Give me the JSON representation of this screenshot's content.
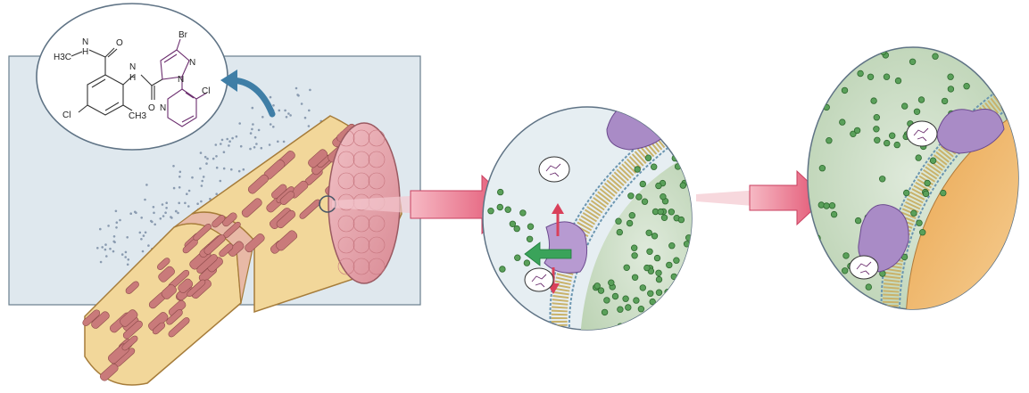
{
  "molecule": {
    "atom_labels": {
      "br": "Br",
      "n_pyrazole_1": "N",
      "n_pyrazole_2": "N",
      "cl_pyridine": "Cl",
      "n_pyridine": "N",
      "nh_methyl": "N",
      "h_methyl": "H",
      "ch3_left": "H3C",
      "o_top": "O",
      "nh_amide": "N",
      "h_amide": "H",
      "o_bottom": "O",
      "cl_ring": "Cl",
      "ch3_ring": "CH3"
    },
    "bond_color_pyrazole": "#6b2d6e",
    "bond_color_benzamide": "#333333"
  },
  "colors": {
    "panel": "#dfe8ee",
    "panel_border": "#6a7f8e",
    "muscle_fiber": "#c97a7a",
    "muscle_sheath": "#f2d79a",
    "arrow": "#e65a78",
    "cytoplasm": "#cfe0c8",
    "calcium": "#5aa05a",
    "receptor": "#a98bc6",
    "membrane": "#c9b26a",
    "organelle": "#e7a95a",
    "efflux_arrow_green": "#3aa35a",
    "efflux_arrow_red": "#d9405a"
  }
}
